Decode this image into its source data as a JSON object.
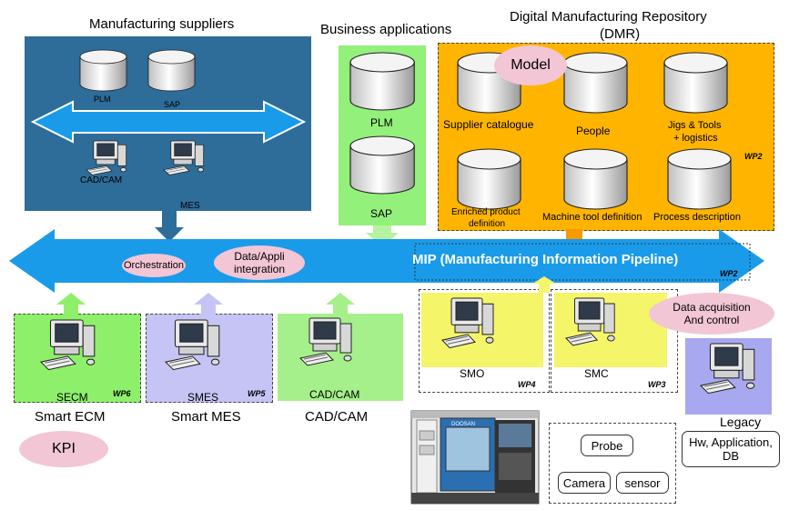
{
  "suppliers": {
    "title": "Manufacturing  suppliers",
    "db": [
      "PLM",
      "SAP"
    ],
    "pcs": [
      "CAD/CAM",
      "MES"
    ]
  },
  "business": {
    "title": "Business applications",
    "db": [
      "PLM",
      "SAP"
    ]
  },
  "dmr": {
    "title_line1": "Digital Manufacturing Repository",
    "title_line2": "(DMR)",
    "model": "Model",
    "items": [
      "Supplier catalogue",
      "People",
      "Jigs & Tools",
      "+ logistics",
      "Enriched product",
      "definition",
      "Machine tool definition",
      "Process description"
    ],
    "wp": "WP2"
  },
  "pipeline": {
    "label": "MIP (Manufacturing Information Pipeline)",
    "wp": "WP2",
    "orchestration": "Orchestration",
    "data_appli_1": "Data/Appli",
    "data_appli_2": "integration"
  },
  "modules": {
    "secm": {
      "pc": "SECM",
      "title": "Smart ECM",
      "wp": "WP6"
    },
    "smes": {
      "pc": "SMES",
      "title": "Smart MES",
      "wp": "WP5"
    },
    "cadcam": {
      "pc": "CAD/CAM",
      "title": "CAD/CAM"
    },
    "smo": {
      "pc": "SMO",
      "wp": "WP4"
    },
    "smc": {
      "pc": "SMC",
      "wp": "WP3"
    }
  },
  "data_acq": {
    "line1": "Data acquisition",
    "line2": "And control"
  },
  "kpi": "KPI",
  "legacy": {
    "title": "Legacy",
    "box_line1": "Hw, Application,",
    "box_line2": "DB"
  },
  "sensors": [
    "Probe",
    "Camera",
    "sensor"
  ],
  "machine": {
    "brand": "DOOSAN"
  },
  "colors": {
    "suppliers_bg": "#2e6c99",
    "business_bg": "#93f07a",
    "dmr_bg": "#ffb400",
    "pipeline": "#1a9bea",
    "green_bg": "#8ef06a",
    "purple_bg": "#c6c4f5",
    "yellow_bg": "#f5f56a",
    "pink": "#f2c6d4"
  }
}
